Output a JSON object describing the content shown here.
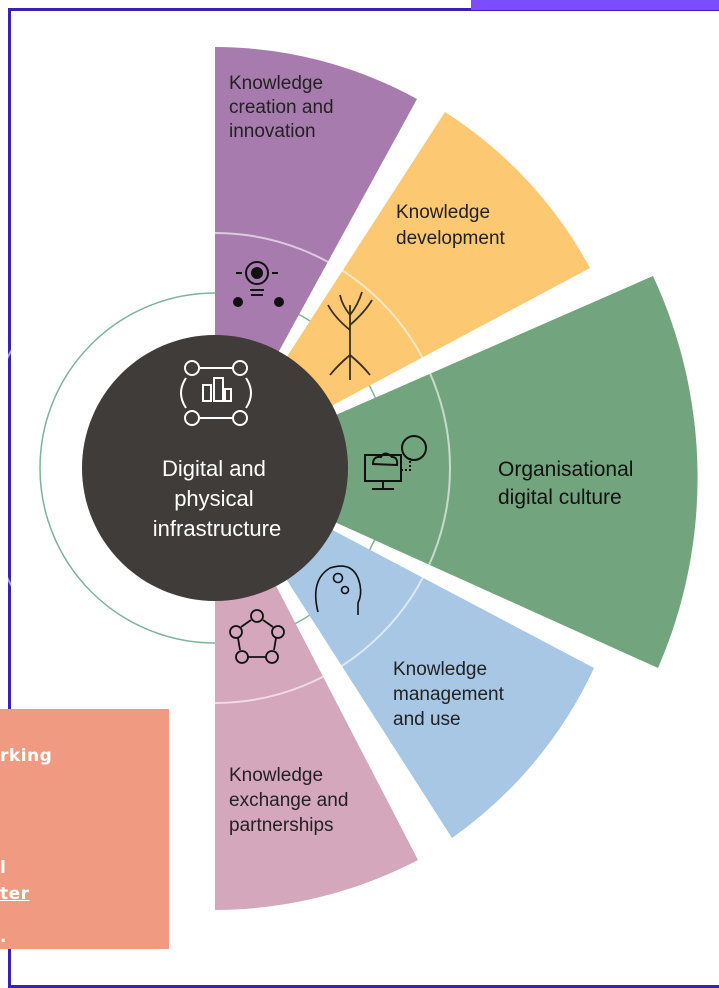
{
  "segments": [
    {
      "id": "creation",
      "label_lines": [
        "Knowledge",
        "creation and",
        "innovation"
      ],
      "color": "#a77bae"
    },
    {
      "id": "development",
      "label_lines": [
        "Knowledge",
        "development"
      ],
      "color": "#fcc872"
    },
    {
      "id": "culture",
      "label_lines": [
        "Organisational",
        "digital culture"
      ],
      "color": "#72a57e"
    },
    {
      "id": "management",
      "label_lines": [
        "Knowledge",
        "management",
        "and use"
      ],
      "color": "#a7c7e4"
    },
    {
      "id": "exchange",
      "label_lines": [
        "Knowledge",
        "exchange and",
        "partnerships"
      ],
      "color": "#d5a7bc"
    }
  ],
  "center": {
    "label_lines": [
      "Digital and",
      "physical",
      "infrastructure"
    ],
    "color": "#3f3c3a"
  },
  "side_panel": {
    "line1": "rking",
    "line2": "l",
    "link": "ter",
    "line4": "."
  },
  "colors": {
    "frame": "#3a1fb8",
    "tab": "#7c4dff",
    "ring": "#7fb39a",
    "panel": "#f19a82"
  }
}
